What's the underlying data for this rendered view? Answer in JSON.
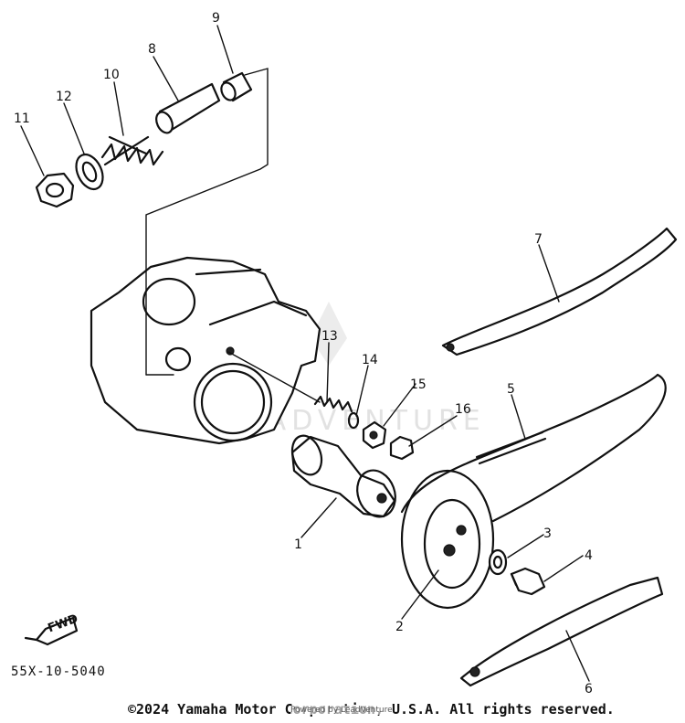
{
  "diagram": {
    "watermark": "LEADVENTURE",
    "part_code": "55X-10-5040",
    "fwd_label": "FWD",
    "copyright": "©2024 Yamaha Motor Corporation, U.S.A. All rights reserved.",
    "caption_overlay": "Powered by LeadVenture",
    "callouts": [
      {
        "id": "1",
        "label": "1"
      },
      {
        "id": "2",
        "label": "2"
      },
      {
        "id": "3",
        "label": "3"
      },
      {
        "id": "4",
        "label": "4"
      },
      {
        "id": "5",
        "label": "5"
      },
      {
        "id": "6",
        "label": "6"
      },
      {
        "id": "7",
        "label": "7"
      },
      {
        "id": "8",
        "label": "8"
      },
      {
        "id": "9",
        "label": "9"
      },
      {
        "id": "10",
        "label": "10"
      },
      {
        "id": "11",
        "label": "11"
      },
      {
        "id": "12",
        "label": "12"
      },
      {
        "id": "13",
        "label": "13"
      },
      {
        "id": "14",
        "label": "14"
      },
      {
        "id": "15",
        "label": "15"
      },
      {
        "id": "16",
        "label": "16"
      }
    ]
  }
}
